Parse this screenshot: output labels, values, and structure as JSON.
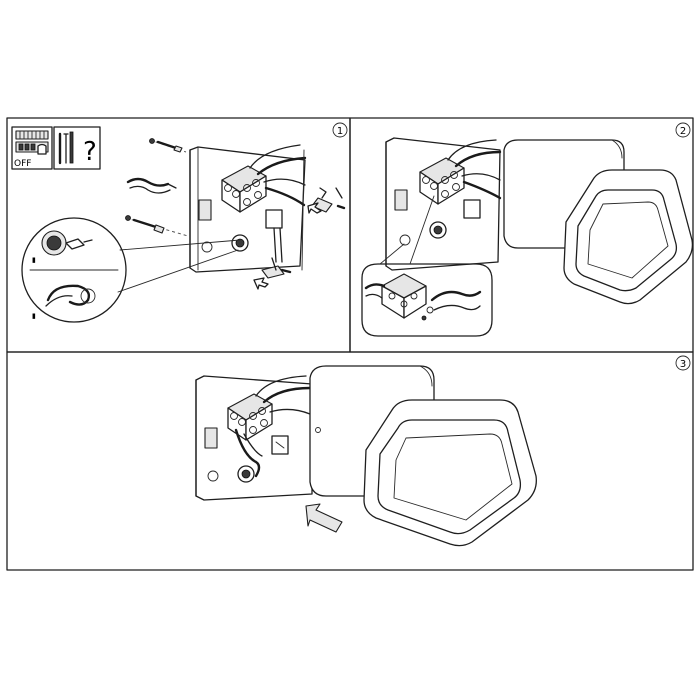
{
  "panels": [
    {
      "id": "step-1",
      "number": "1"
    },
    {
      "id": "step-2",
      "number": "2"
    },
    {
      "id": "step-3",
      "number": "3"
    }
  ],
  "icons": {
    "power_switch_label": "OFF",
    "tools_help_symbol": "?"
  },
  "colors": {
    "line": "#1f1f1f",
    "background": "#ffffff",
    "shade": "#e6e6e6"
  }
}
